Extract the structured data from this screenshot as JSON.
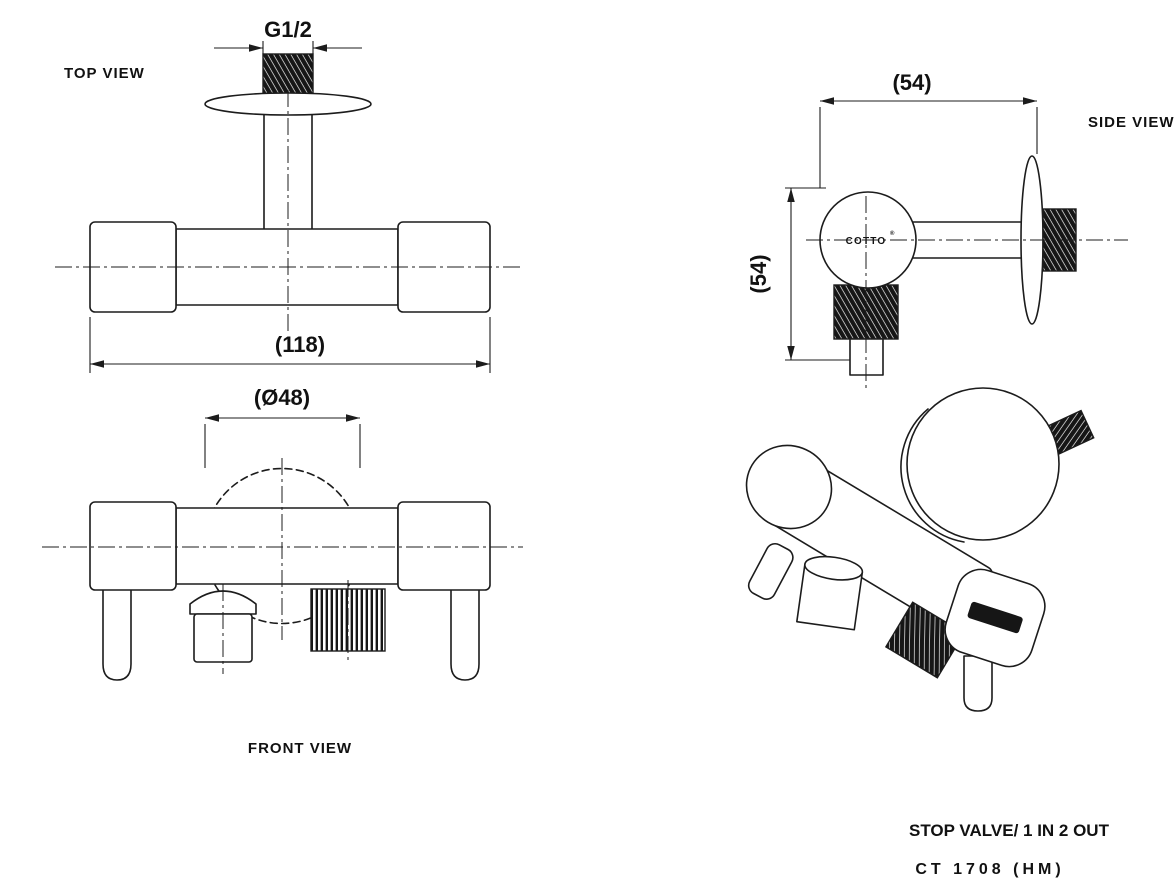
{
  "drawing": {
    "background": "#ffffff",
    "line_color": "#1c1c1c",
    "views": {
      "top": {
        "label": "TOP VIEW",
        "dims": {
          "thread": "G1/2",
          "width": "(118)"
        }
      },
      "front": {
        "label": "FRONT VIEW",
        "dims": {
          "diameter": "(Ø48)"
        }
      },
      "side": {
        "label": "SIDE VIEW",
        "dims": {
          "depth": "(54)",
          "height": "(54)"
        },
        "brand": "COTTO",
        "brand_mark": "®"
      }
    },
    "title_block": {
      "product": "STOP VALVE/ 1 IN 2 OUT",
      "model": "CT 1708 (HM)"
    }
  }
}
